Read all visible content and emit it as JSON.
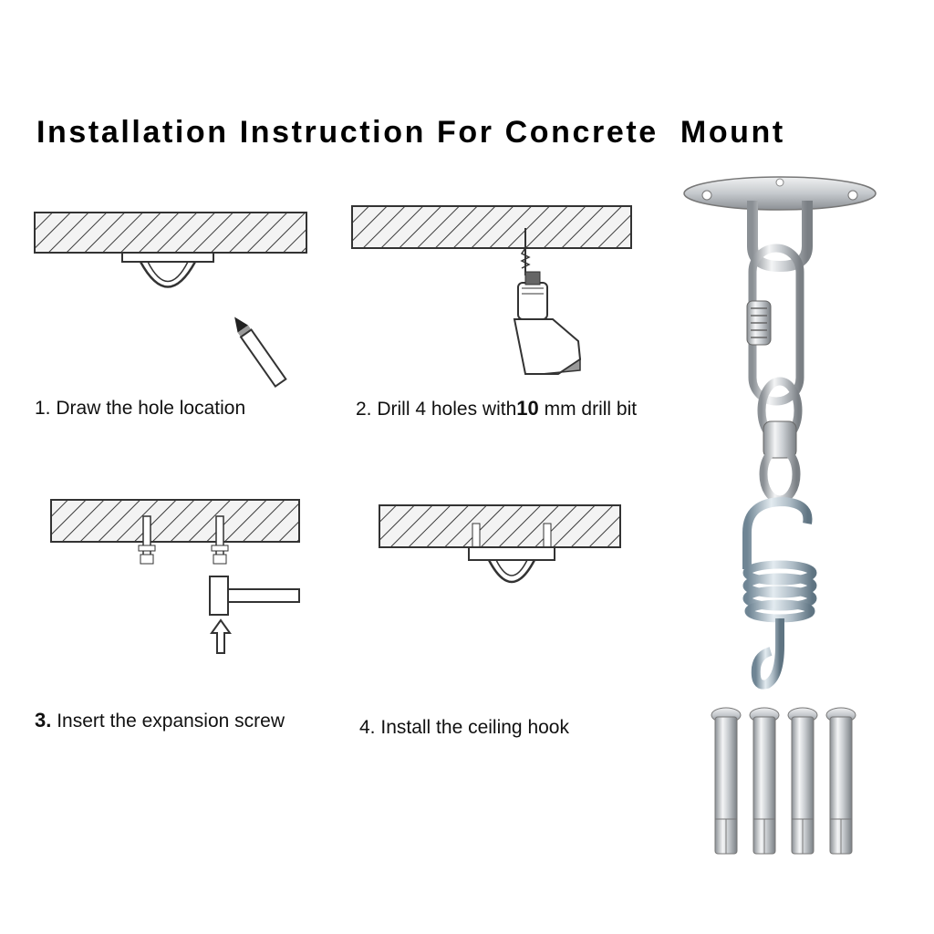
{
  "title": "Installation Instruction For Concrete  Mount",
  "steps": [
    {
      "num": "1.",
      "text": "Draw the hole location"
    },
    {
      "num": "2.",
      "text_a": "Drill 4 holes with",
      "size": "10",
      "text_b": "mm drill bit"
    },
    {
      "num": "3.",
      "text": "Insert the expansion screw"
    },
    {
      "num": "4.",
      "text": "Install the ceiling hook"
    }
  ],
  "icons": [
    "pencil-icon",
    "drill-icon",
    "hammer-icon",
    "arrow-up-icon",
    "ceiling-plate-icon",
    "expansion-bolt-icon",
    "carabiner-icon",
    "swivel-icon",
    "spring-hook-icon"
  ],
  "colors": {
    "metal_light": "#e8eaec",
    "metal_dark": "#7d8287",
    "hatch": "#3a3a3a",
    "zinc": "#b9c4cc"
  }
}
